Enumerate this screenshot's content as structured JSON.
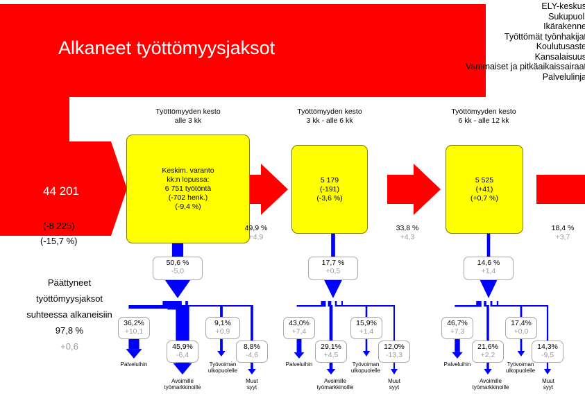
{
  "title": "Alkaneet työttömyysjaksot",
  "started_total": "44 201",
  "started_change": "(-8 225)",
  "started_change_pct": "(-15,7 %)",
  "ended_label": [
    "Päättyneet",
    "työttömyysjaksot",
    "suhteessa alkaneisiin"
  ],
  "ended_value": "97,8 %",
  "ended_change": "+0,6",
  "right_menu": [
    "ELY-keskus",
    "Sukupuoli",
    "Ikärakenne",
    "Työttömät työnhakijat",
    "Koulutusaste",
    "Kansalaisuus",
    "Vammaiset ja pitkäaikaissairaat",
    "Palvelulinja"
  ],
  "colors": {
    "flow": "#ff0000",
    "exit": "#0000ff",
    "box": "#ffff00"
  },
  "stages": [
    {
      "header": [
        "Työttömyyden kesto",
        "alle 3 kk"
      ],
      "box": [
        "Keskim. varanto",
        "kk:n lopussa:",
        "6 751 työtöntä",
        "(-702 henk.)",
        "(-9,4 %)"
      ],
      "next_pct": "49,9 %",
      "next_change": "+4,9",
      "exit_pct": "50,6 %",
      "exit_change": "-5,0",
      "destinations": [
        {
          "pct": "36,2%",
          "change": "+10,1"
        },
        {
          "pct": "45,9%",
          "change": "-6,4"
        },
        {
          "pct": "9,1%",
          "change": "+0,9"
        },
        {
          "pct": "8,8%",
          "change": "-4,6"
        }
      ]
    },
    {
      "header": [
        "Työttömyyden kesto",
        "3 kk - alle 6 kk"
      ],
      "box": [
        "5 179",
        "(-191)",
        "(-3,6 %)"
      ],
      "next_pct": "33,8 %",
      "next_change": "+4,3",
      "exit_pct": "17,7 %",
      "exit_change": "+0,5",
      "destinations": [
        {
          "pct": "43,0%",
          "change": "+7,4"
        },
        {
          "pct": "29,1%",
          "change": "+4,5"
        },
        {
          "pct": "15,9%",
          "change": "+1,4"
        },
        {
          "pct": "12,0%",
          "change": "-13,3"
        }
      ]
    },
    {
      "header": [
        "Työttömyyden kesto",
        "6 kk - alle 12 kk"
      ],
      "box": [
        "5 525",
        "(+41)",
        "(+0,7 %)"
      ],
      "next_pct": "18,4 %",
      "next_change": "+3,7",
      "exit_pct": "14,6 %",
      "exit_change": "+1,4",
      "destinations": [
        {
          "pct": "46,7%",
          "change": "+7,3"
        },
        {
          "pct": "21,6%",
          "change": "+2,2"
        },
        {
          "pct": "17,4%",
          "change": "+0,0"
        },
        {
          "pct": "14,3%",
          "change": "-9,5"
        }
      ]
    }
  ],
  "dest_names": {
    "services": [
      "Palveluihin"
    ],
    "open_market": [
      "Avoimille",
      "työmarkkinoille"
    ],
    "outside": [
      "Työvoiman",
      "ulkopuolelle"
    ],
    "other": [
      "Muut",
      "syyt"
    ]
  }
}
